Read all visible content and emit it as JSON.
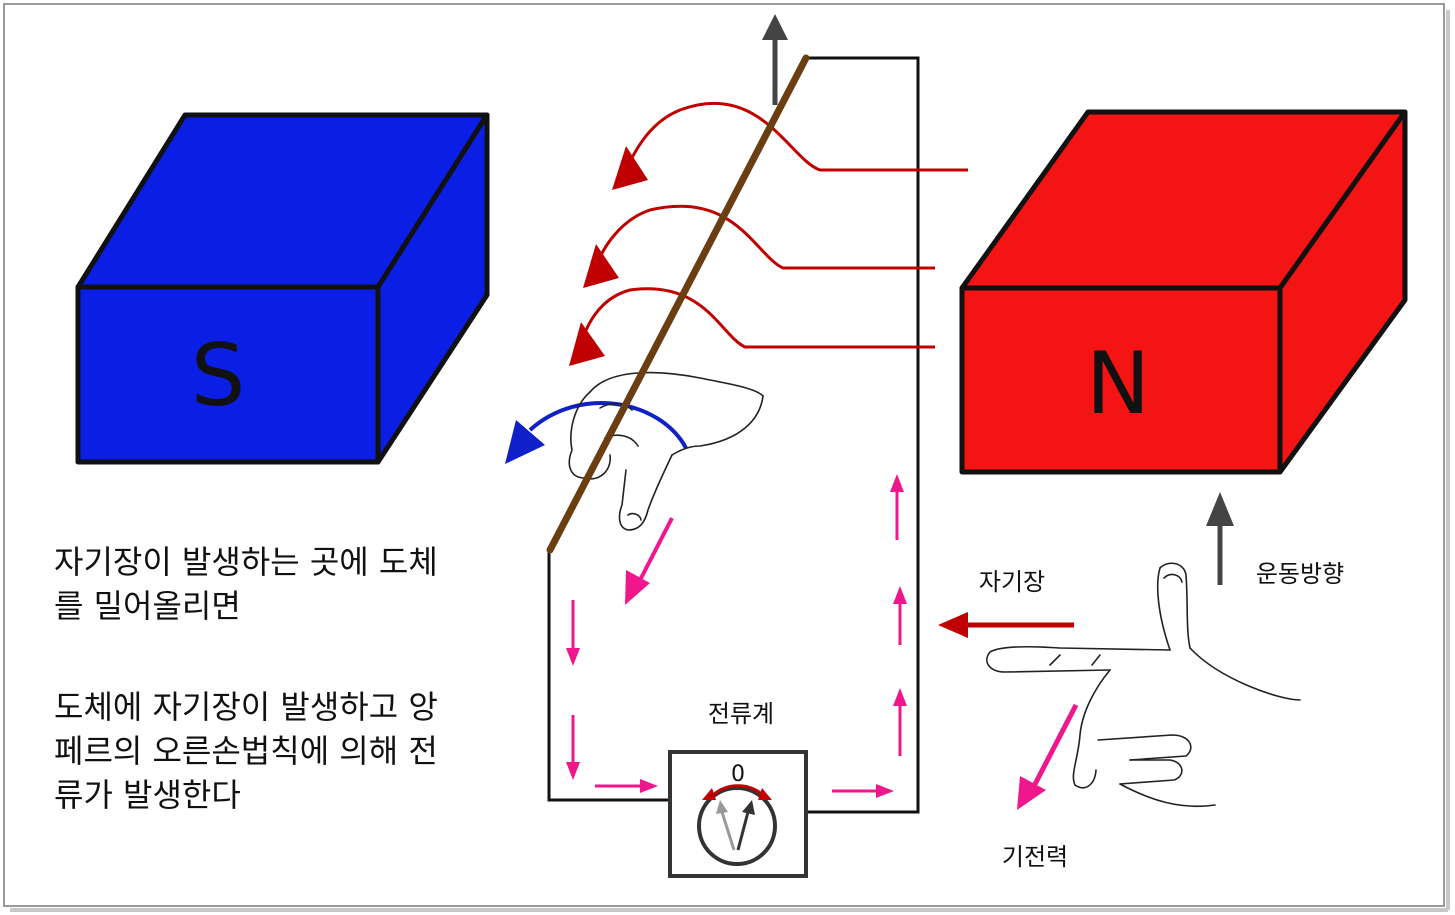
{
  "magnets": {
    "south": {
      "label": "S",
      "color": "#0a1ee6"
    },
    "north": {
      "label": "N",
      "color": "#f41414"
    }
  },
  "labels": {
    "galvanometer": "전류계",
    "dial_zero": "0",
    "magnetic_field": "자기장",
    "motion_direction": "운동방향",
    "emf": "기전력"
  },
  "captions": {
    "line1": "자기장이 발생하는 곳에 도체\n를 밀어올리면",
    "line2": "도체에 자기장이 발생하고 앙\n페르의 오른손법칙에 의해 전\n류가 발생한다"
  },
  "colors": {
    "field_line": "#c00000",
    "current_arrow": "#f0168c",
    "rotation_arrow": "#1020c8",
    "conductor": "#6b3e12",
    "motion_arrow": "#444444"
  }
}
